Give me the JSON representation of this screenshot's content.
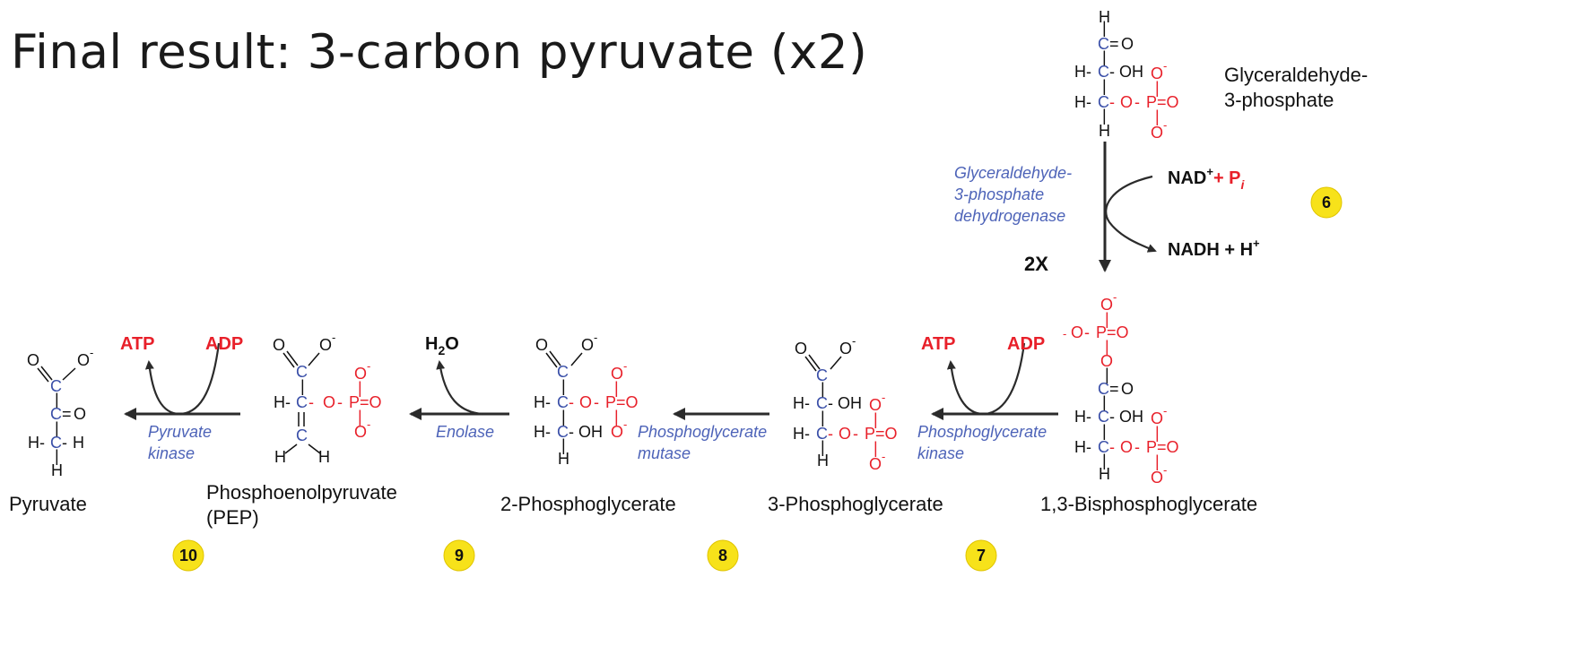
{
  "headline": "Final result: 3-carbon pyruvate (x2)",
  "multiplier": "2X",
  "colors": {
    "carbon_backbone": "#3a4fa8",
    "phosphate": "#e8202a",
    "enzyme": "#4d63b8",
    "step_badge": "#f7e21a"
  },
  "top_molecule": {
    "name_line1": "Glyceraldehyde-",
    "name_line2": "3-phosphate"
  },
  "molecules": [
    {
      "name": "Pyruvate"
    },
    {
      "name_line1": "Phosphoenolpyruvate",
      "name_line2": "(PEP)"
    },
    {
      "name": "2-Phosphoglycerate"
    },
    {
      "name": "3-Phosphoglycerate"
    },
    {
      "name": "1,3-Bisphosphoglycerate"
    }
  ],
  "enzymes": {
    "step6": [
      "Glyceraldehyde-",
      "3-phosphate",
      "dehydrogenase"
    ],
    "step7": [
      "Phosphoglycerate",
      "kinase"
    ],
    "step8": [
      "Phosphoglycerate",
      "mutase"
    ],
    "step9": [
      "Enolase"
    ],
    "step10": [
      "Pyruvate",
      "kinase"
    ]
  },
  "cofactors": {
    "step6": {
      "nad": "NAD",
      "nad_charge": "+",
      "plus": "+ P",
      "pi_sub": "i",
      "nadh": "NADH + H",
      "h_charge": "+"
    },
    "step7": {
      "in": "ADP",
      "out": "ATP"
    },
    "step9": {
      "water_h": "H",
      "water_sub": "2",
      "water_o": "O"
    },
    "step10": {
      "in": "ADP",
      "out": "ATP"
    }
  },
  "steps": [
    "6",
    "7",
    "8",
    "9",
    "10"
  ],
  "atoms": {
    "H": "H",
    "C": "C",
    "O": "O",
    "OH": "OH",
    "CO_double": "C=O",
    "PO_double": "P=O",
    "P": "P",
    "O_minus": "O",
    "charge": "-",
    "bond": "-",
    "vbond": "|",
    "double_v": "="
  }
}
